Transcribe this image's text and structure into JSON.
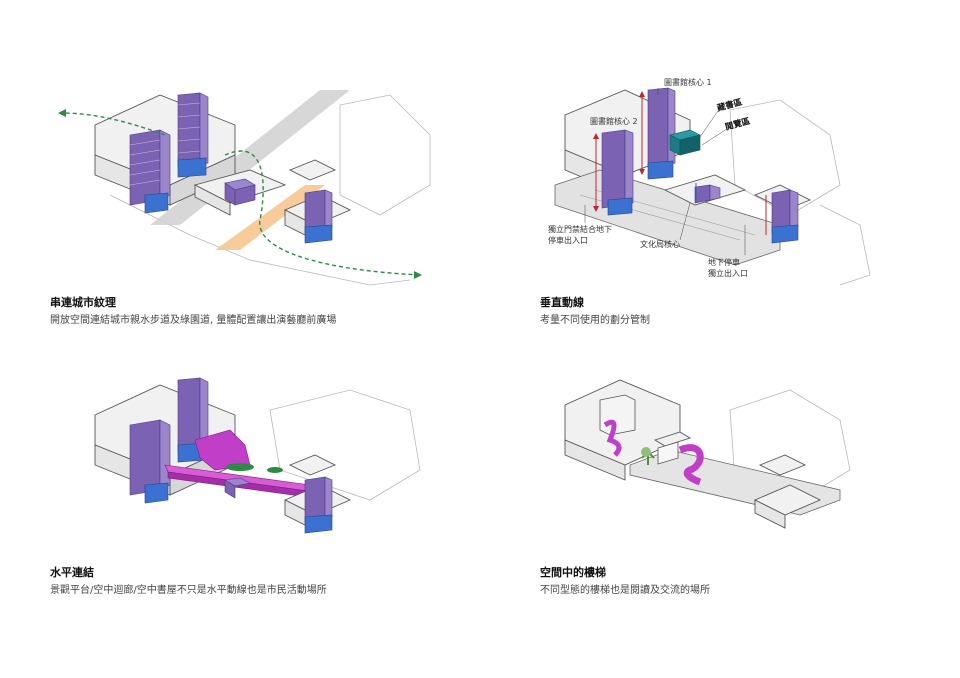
{
  "panels": [
    {
      "id": "urban-fabric",
      "title": "串連城市紋理",
      "subtitle": "開放空間連結城市親水步道及綠園道, 量體配置讓出演藝廳前廣場",
      "labels": []
    },
    {
      "id": "vertical-circulation",
      "title": "垂直動線",
      "subtitle": "考量不同使用的劃分管制",
      "labels": {
        "library_core_1": "圖書館核心 1",
        "library_core_2": "圖書館核心 2",
        "rare_books": "藏書區",
        "reading": "閱覽區",
        "gate_parking_line1": "獨立門禁結合地下",
        "gate_parking_line2": "停車出入口",
        "culture_bureau_core": "文化局核心",
        "parking_line1": "地下停車",
        "parking_line2": "獨立出入口"
      }
    },
    {
      "id": "horizontal-connection",
      "title": "水平連結",
      "subtitle": "景觀平台/空中迴廊/空中書屋不只是水平動線也是市民活動場所",
      "labels": []
    },
    {
      "id": "stairs-in-space",
      "title": "空間中的樓梯",
      "subtitle": "不同型態的樓梯也是閱讀及交流的場所",
      "labels": []
    }
  ],
  "colors": {
    "tower": "#7b62b2",
    "tower_base": "#3b71d0",
    "path_green": "#2e8b45",
    "plaza_orange": "#f6c68f",
    "walkway_grey": "#d0d0d0",
    "magenta": "#c13ec8",
    "teal": "#1c7c86",
    "arrow_red": "#c0282d"
  }
}
